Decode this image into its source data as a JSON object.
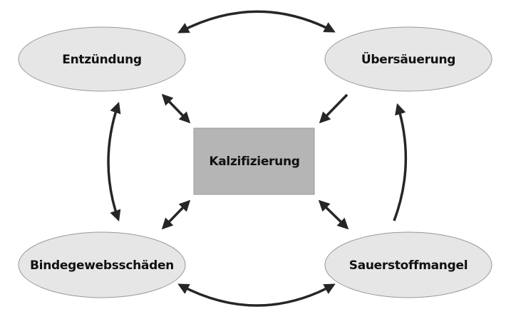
{
  "nodes": {
    "top_left": "Entzündung",
    "top_right": "Übersäuerung",
    "center": "Kalzifizierung",
    "bottom_left": "Bindegewebsschäden",
    "bottom_right": "Sauerstoffmangel"
  },
  "colors": {
    "ellipse_fill": "#e6e6e6",
    "ellipse_stroke": "#999999",
    "box_fill": "#b5b5b5",
    "arrow": "#262626"
  }
}
